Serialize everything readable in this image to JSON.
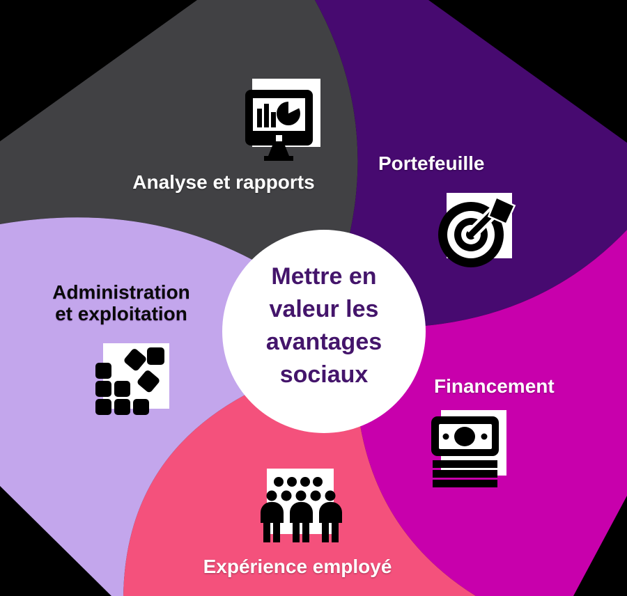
{
  "diagram": {
    "background_color": "#000000",
    "center": {
      "title": "Mettre en valeur les avantages sociaux",
      "title_lines": [
        "Mettre en",
        "valeur les",
        "avantages",
        "sociaux"
      ],
      "text_color": "#44156B",
      "bg_color": "#FFFFFF"
    },
    "segments": [
      {
        "id": "analyse",
        "label": "Analyse et rapports",
        "color": "#414144",
        "text_color": "#FFFFFF",
        "icon": "monitor-chart-icon",
        "position": "top-left"
      },
      {
        "id": "portefeuille",
        "label": "Portefeuille",
        "color": "#470A70",
        "text_color": "#FFFFFF",
        "icon": "target-dart-icon",
        "position": "top-right"
      },
      {
        "id": "financement",
        "label": "Financement",
        "color": "#C800AC",
        "text_color": "#FFFFFF",
        "icon": "money-stack-icon",
        "position": "right"
      },
      {
        "id": "experience",
        "label": "Expérience employé",
        "color": "#F4517C",
        "text_color": "#FFFFFF",
        "icon": "people-group-icon",
        "position": "bottom"
      },
      {
        "id": "administration",
        "label": "Administration et exploitation",
        "label_lines": [
          "Administration",
          "et exploitation"
        ],
        "color": "#C3A6EC",
        "text_color": "#000000",
        "icon": "blocks-icon",
        "position": "left"
      }
    ]
  }
}
